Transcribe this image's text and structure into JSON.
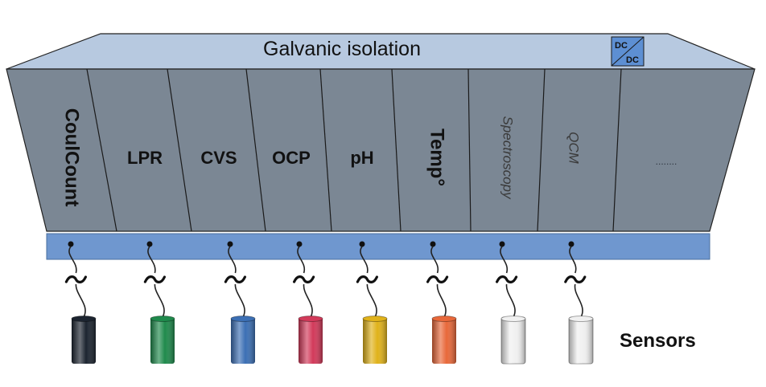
{
  "header": {
    "title": "Galvanic isolation",
    "converter_top": "DC",
    "converter_bottom": "DC"
  },
  "modules": [
    {
      "label": "CoulCount",
      "style": "bold-vertical"
    },
    {
      "label": "LPR",
      "style": "bold"
    },
    {
      "label": "CVS",
      "style": "bold"
    },
    {
      "label": "OCP",
      "style": "bold"
    },
    {
      "label": "pH",
      "style": "bold"
    },
    {
      "label": "Temp°",
      "style": "bold-vertical"
    },
    {
      "label": "Spectroscopy",
      "style": "italic-vertical"
    },
    {
      "label": "QCM",
      "style": "italic-vertical"
    },
    {
      "label": "........",
      "style": "dots"
    }
  ],
  "sensors": {
    "label": "Sensors",
    "items": [
      {
        "color": "#1c2430"
      },
      {
        "color": "#1f8a4c"
      },
      {
        "color": "#3c6fb4"
      },
      {
        "color": "#d23a5a"
      },
      {
        "color": "#e0b21a"
      },
      {
        "color": "#e8683a"
      },
      {
        "color": "#f0f0f0"
      },
      {
        "color": "#f0f0f0"
      }
    ]
  },
  "colors": {
    "top_face": "#b7c9e0",
    "front_face": "#7b8794",
    "bus": "#6f97cf"
  }
}
